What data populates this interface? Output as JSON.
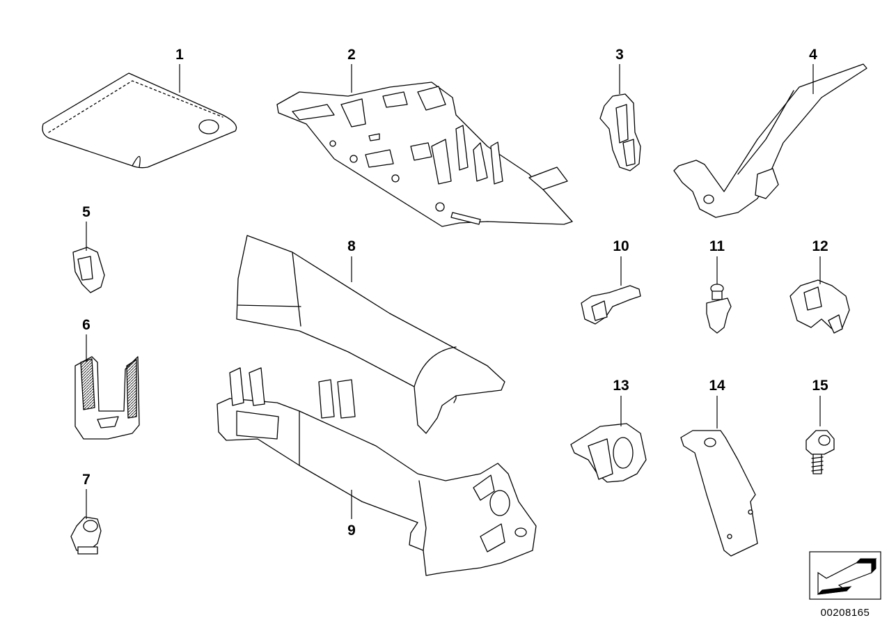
{
  "diagram_id": "00208165",
  "callouts": [
    {
      "label": "1"
    },
    {
      "label": "2"
    },
    {
      "label": "3"
    },
    {
      "label": "4"
    },
    {
      "label": "5"
    },
    {
      "label": "6"
    },
    {
      "label": "7"
    },
    {
      "label": "8"
    },
    {
      "label": "9"
    },
    {
      "label": "10"
    },
    {
      "label": "11"
    },
    {
      "label": "12"
    },
    {
      "label": "13"
    },
    {
      "label": "14"
    },
    {
      "label": "15"
    }
  ],
  "colors": {
    "part_fill": "#ffffff",
    "part_stroke": "#000000",
    "shade": "#e6e6e6"
  },
  "icons": {
    "orientation": "arrow-left-down-icon"
  }
}
